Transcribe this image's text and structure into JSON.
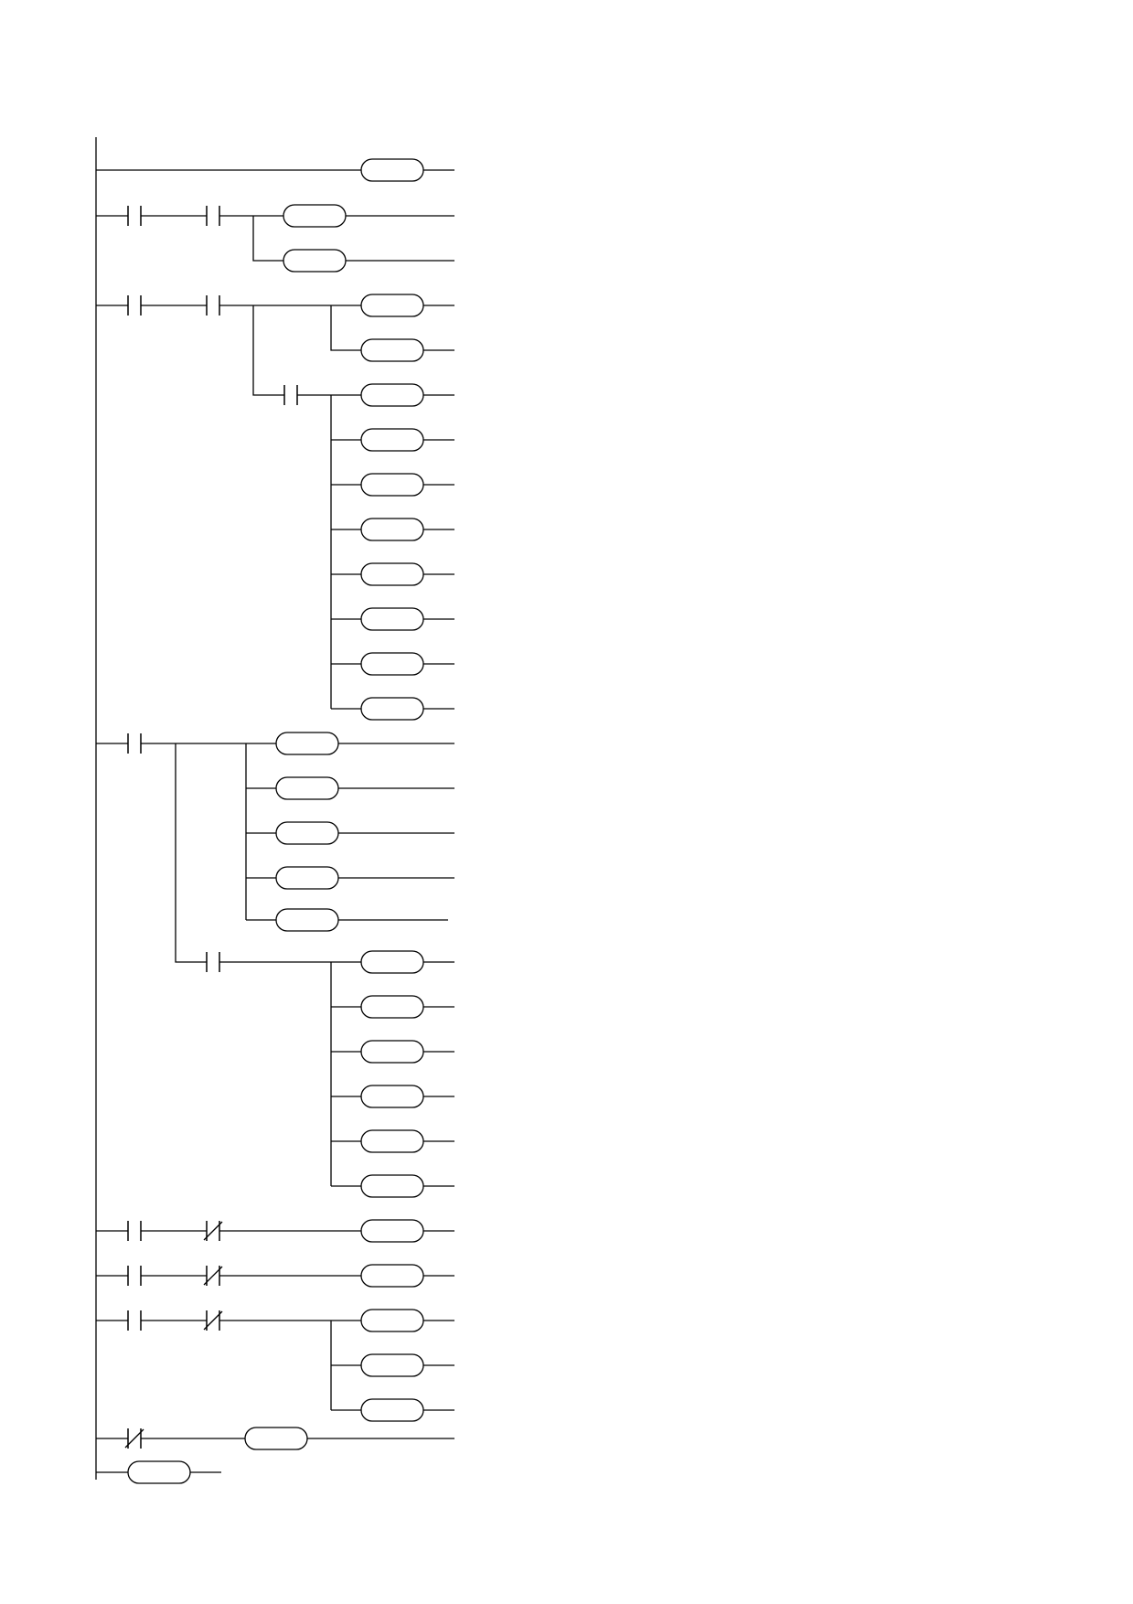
{
  "diagram": {
    "type": "ladder-logic",
    "colors": {
      "line": "#000000",
      "background": "#ffffff"
    },
    "rungs": [
      {
        "id": "r1",
        "contacts": [],
        "outputs": 1
      },
      {
        "id": "r2",
        "contacts": [
          "NO",
          "NO"
        ],
        "outputs": 2
      },
      {
        "id": "r3",
        "contacts": [
          "NO",
          "NO"
        ],
        "outputs": 2,
        "sub_branch": {
          "contacts": [
            "NO"
          ],
          "outputs": 8
        }
      },
      {
        "id": "r4",
        "contacts": [
          "NO"
        ],
        "outputs": 5,
        "sub_branch": {
          "contacts": [
            "NO"
          ],
          "outputs": 6
        }
      },
      {
        "id": "r5",
        "contacts": [
          "NO",
          "NC"
        ],
        "outputs": 1
      },
      {
        "id": "r6",
        "contacts": [
          "NO",
          "NC"
        ],
        "outputs": 1
      },
      {
        "id": "r7",
        "contacts": [
          "NO",
          "NC"
        ],
        "outputs": 3
      },
      {
        "id": "r8",
        "contacts": [
          "NC"
        ],
        "outputs": 1
      },
      {
        "id": "r9",
        "contacts": [],
        "outputs": 1
      }
    ]
  }
}
